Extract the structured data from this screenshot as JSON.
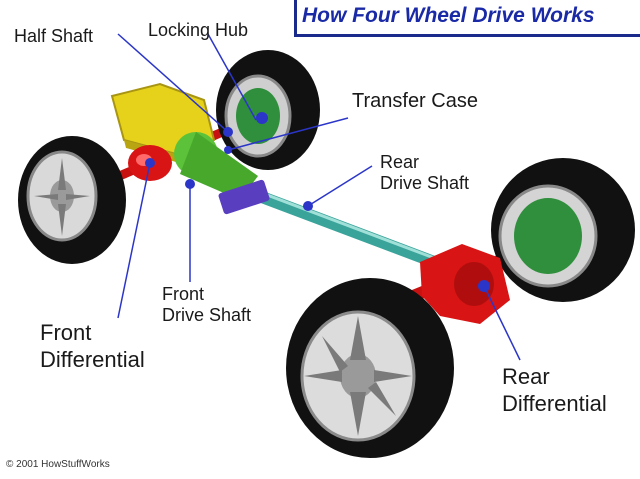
{
  "title": "How Four Wheel Drive Works",
  "labels": {
    "half_shaft": "Half Shaft",
    "locking_hub": "Locking Hub",
    "transfer_case": "Transfer Case",
    "rear_drive_shaft_line1": "Rear",
    "rear_drive_shaft_line2": "Drive Shaft",
    "front_drive_shaft_line1": "Front",
    "front_drive_shaft_line2": "Drive Shaft",
    "front_differential_line1": "Front",
    "front_differential_line2": "Differential",
    "rear_differential_line1": "Rear",
    "rear_differential_line2": "Differential"
  },
  "copyright": "© 2001 HowStuffWorks",
  "colors": {
    "title": "#1a2aa6",
    "pointer": "#2b36c8",
    "differential": "#d81414",
    "transfer_case": "#e6d21a",
    "shaft": "#3aa39a",
    "hub": "#2f8f3c",
    "bracket": "#5a3ec0"
  }
}
